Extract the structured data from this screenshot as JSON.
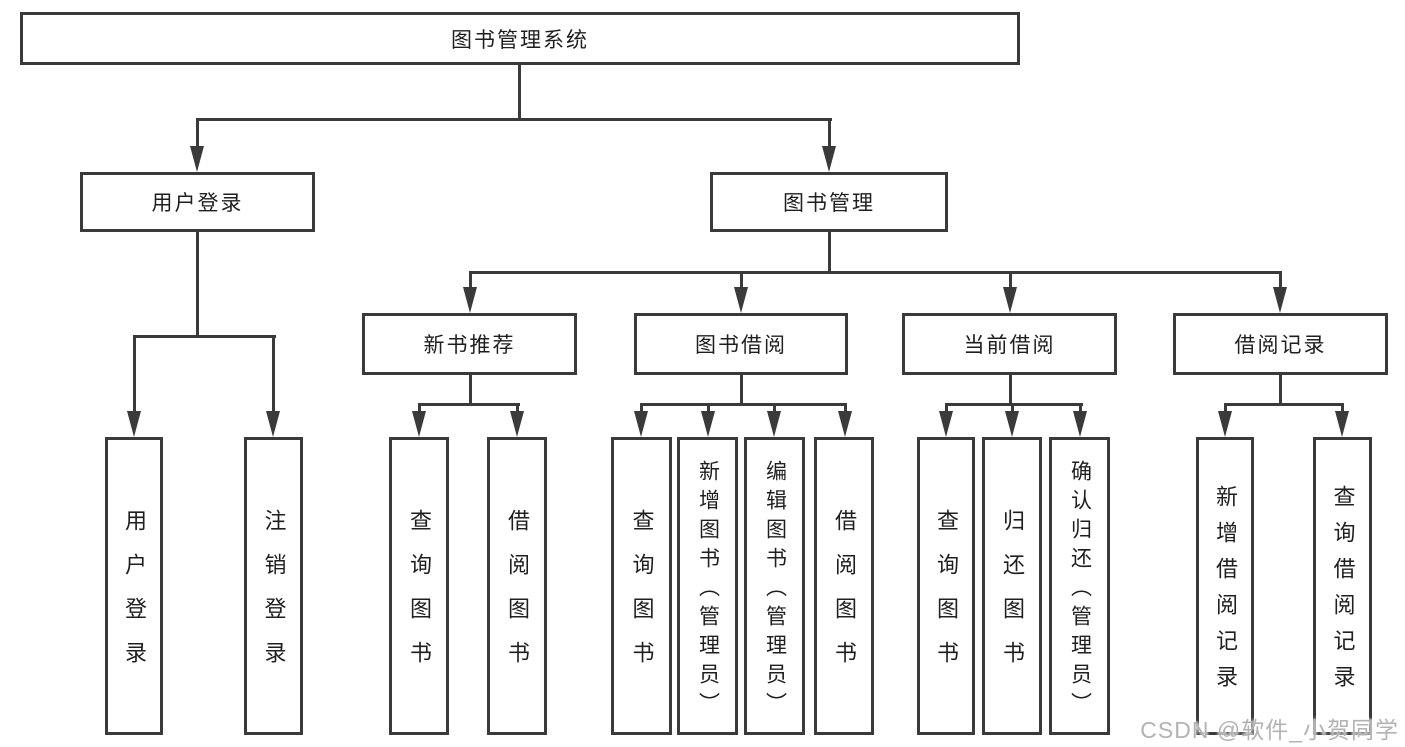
{
  "diagram": {
    "root": {
      "label": "图书管理系统"
    },
    "level2": [
      {
        "label": "用户登录"
      },
      {
        "label": "图书管理"
      }
    ],
    "level3": [
      {
        "label": "新书推荐"
      },
      {
        "label": "图书借阅"
      },
      {
        "label": "当前借阅"
      },
      {
        "label": "借阅记录"
      }
    ],
    "leaves": {
      "user": [
        "用户登录",
        "注销登录"
      ],
      "recommend": [
        "查询图书",
        "借阅图书"
      ],
      "borrow": [
        "查询图书",
        "新增图书（管理员）",
        "编辑图书（管理员）",
        "借阅图书"
      ],
      "current": [
        "查询图书",
        "归还图书",
        "确认归还（管理员）"
      ],
      "records": [
        "新增借阅记录",
        "查询借阅记录"
      ]
    }
  },
  "watermark": "CSDN @软件_小贺同学",
  "colors": {
    "line": "#3a3a3a",
    "text": "#1f1f1f",
    "watermark": "#b3b3b3",
    "background": "#ffffff"
  }
}
